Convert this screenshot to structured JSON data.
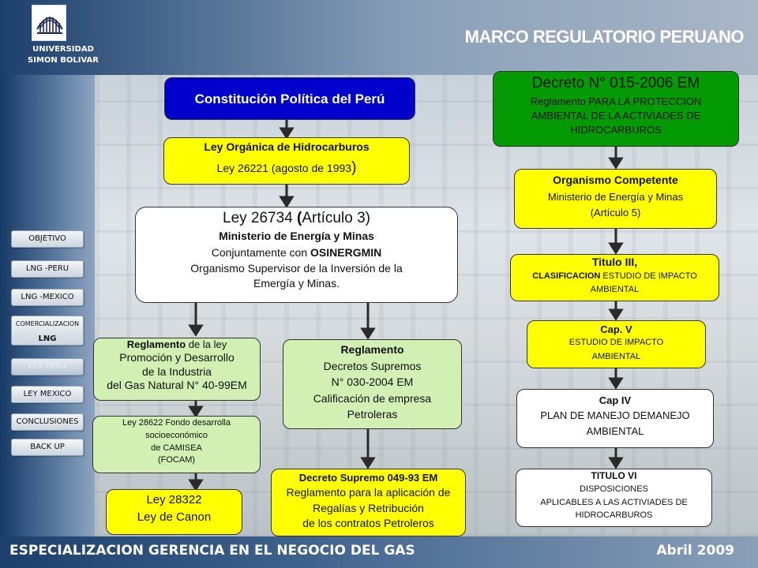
{
  "header": {
    "university_line1": "UNIVERSIDAD",
    "university_line2": "SIMON BOLIVAR",
    "title": "MARCO REGULATORIO PERUANO"
  },
  "sidebar": {
    "items": [
      {
        "label": "OBJETIVO"
      },
      {
        "label": "LNG -PERU"
      },
      {
        "label": "LNG -MEXICO"
      },
      {
        "label": "COMERCIALIZACION",
        "label2": "LNG"
      },
      {
        "label": "LEY PERU"
      },
      {
        "label": "LEY MEXICO"
      },
      {
        "label": "CONCLUSIONES"
      },
      {
        "label": "BACK UP"
      }
    ]
  },
  "diagram": {
    "constitucion": "Constitución Política del Perú",
    "ley_organica": {
      "title": "Ley Orgánica de Hidrocarburos",
      "line2": "Ley 26221 (agosto de 1993",
      "paren": ")"
    },
    "ley_26734": {
      "title_a": "Ley 26734 ",
      "title_b": "(",
      "title_c": "Artículo 3)",
      "line2": "Ministerio de Energía y Minas",
      "line3_a": "Conjuntamente  con ",
      "line3_b": "OSINERGMIN",
      "line4": "Organismo Supervisor de la Inversión de la",
      "line5": "Emergía y Minas."
    },
    "reglamento_ley": {
      "line1_a": "Reglamento",
      "line1_b": " de la ley",
      "line2": "Promoción y Desarrollo",
      "line3": "de la Industria",
      "line4": "del Gas Natural N° 40-99EM"
    },
    "ley_28622": {
      "line1": "Ley   28622 Fondo desarrolla",
      "line2": "socioeconómico",
      "line3": "de CAMISEA",
      "line4": "(FOCAM)"
    },
    "ley_28322": {
      "line1": "Ley 28322",
      "line2": "Ley de Canon"
    },
    "reglamento_ds": {
      "title": "Reglamento",
      "line2": "Decretos Supremos",
      "line3": "N° 030-2004 EM",
      "line4": "Calificación de empresa",
      "line5": "Petroleras"
    },
    "decreto_049": {
      "title": "Decreto Supremo 049-93 EM",
      "line2": "Reglamento para la aplicación de",
      "line3": "Regalías y  Retribución",
      "line4": "de los contratos Petroleros"
    },
    "decreto_015": {
      "title": "Decreto N° 015-2006 EM",
      "line2": "Reglamento PARA LA PROTECCION",
      "line3": "AMBIENTAL DE LA ACTIVIADES DE",
      "line4": "HIDROCARBUROS"
    },
    "organismo": {
      "title": "Organismo Competente",
      "line2": "Ministerio de Energía y Minas",
      "line3": "(Artículo 5)"
    },
    "titulo_iii": {
      "title": "Titulo III,",
      "line2_a": "CLASIFICACION",
      "line2_b": " ESTUDIO  DE IMPACTO",
      "line3": "AMBIENTAL"
    },
    "cap_v": {
      "title": "Cap. V",
      "line2": "ESTUDIO  DE IMPACTO",
      "line3": "AMBIENTAL"
    },
    "cap_iv": {
      "title": "Cap IV",
      "line2": "PLAN DE MANEJO DEMANEJO",
      "line3": "AMBIENTAL"
    },
    "titulo_vi": {
      "title": "TITULO VI",
      "line2": "DISPOSICIONES",
      "line3": "APLICABLES A LAS ACTIVIADES DE",
      "line4": "HIDROCARBUROS"
    }
  },
  "footer": {
    "left": "ESPECIALIZACION GERENCIA EN EL NEGOCIO DEL GAS",
    "right": "Abril  2009"
  },
  "colors": {
    "box_yellow": "#ffff00",
    "box_green": "#d2f0b4",
    "box_dark_green": "#039a03",
    "box_blue": "#0000cc",
    "header_blue": "#1d3f6b"
  }
}
